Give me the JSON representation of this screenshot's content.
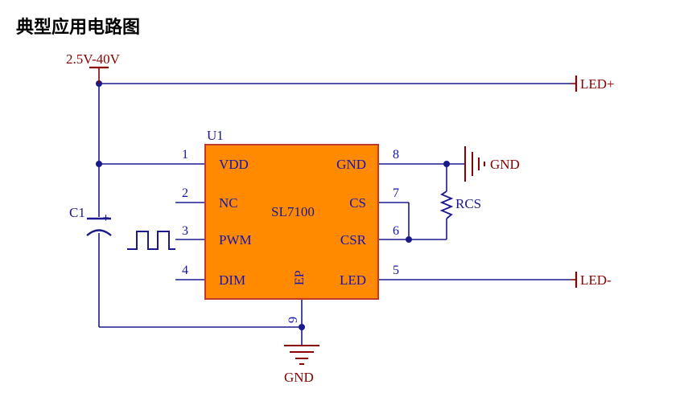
{
  "page": {
    "title": "典型应用电路图"
  },
  "colors": {
    "wire": "#1a1a8c",
    "power": "#8b0000",
    "chip_fill": "#ff8a00",
    "chip_border": "#c0392b",
    "pin_text": "#1414b4",
    "label_text": "#8b0000"
  },
  "schematic": {
    "supply_label": "2.5V-40V",
    "chip": {
      "designator": "U1",
      "part_name": "SL7100",
      "left_pins": [
        {
          "number": "1",
          "name": "VDD"
        },
        {
          "number": "2",
          "name": "NC"
        },
        {
          "number": "3",
          "name": "PWM"
        },
        {
          "number": "4",
          "name": "DIM"
        }
      ],
      "right_pins": [
        {
          "number": "8",
          "name": "GND"
        },
        {
          "number": "7",
          "name": "CS"
        },
        {
          "number": "6",
          "name": "CSR"
        },
        {
          "number": "5",
          "name": "LED"
        }
      ],
      "bottom_pin": {
        "number": "9",
        "name": "EP"
      }
    },
    "capacitor": {
      "designator": "C1",
      "polarity": "+"
    },
    "resistor": {
      "designator": "RCS"
    },
    "outputs": {
      "led_plus": "LED+",
      "led_minus": "LED-"
    },
    "grounds": {
      "right": "GND",
      "bottom": "GND"
    }
  }
}
